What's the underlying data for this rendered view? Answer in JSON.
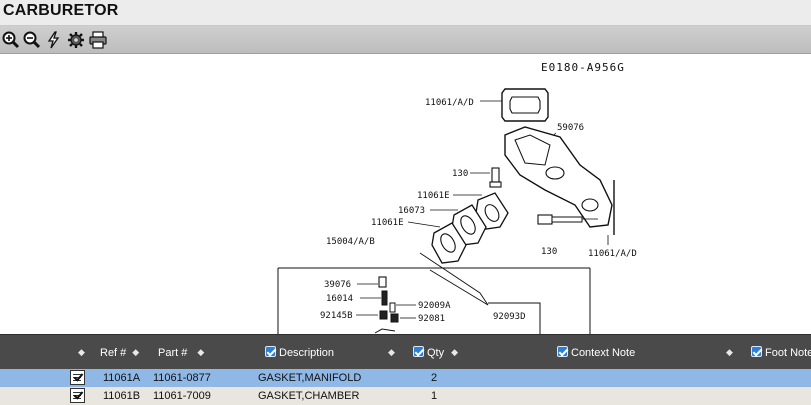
{
  "window": {
    "title": "CARBURETOR"
  },
  "toolbar": {
    "buttons": [
      {
        "name": "zoom-in-icon"
      },
      {
        "name": "zoom-out-icon"
      },
      {
        "name": "lightning-icon"
      },
      {
        "name": "gear-icon"
      },
      {
        "name": "print-icon"
      }
    ]
  },
  "diagram": {
    "code": "E0180-A956G",
    "labels": {
      "l1": "11061/A/D",
      "l2": "59076",
      "l3": "130",
      "l4": "11061E",
      "l5": "16073",
      "l6": "11061E",
      "l7": "15004/A/B",
      "l8": "130",
      "l9": "11061/A/D",
      "l10": "39076",
      "l11": "16014",
      "l12": "92009A",
      "l13": "92145B",
      "l14": "92081",
      "l15": "92093D"
    }
  },
  "grid": {
    "columns": {
      "ref": "Ref #",
      "part": "Part #",
      "description": "Description",
      "qty": "Qty",
      "context": "Context Note",
      "foot": "Foot Note"
    },
    "rows": [
      {
        "ref": "11061A",
        "part": "11061-0877",
        "description": "GASKET,MANIFOLD",
        "qty": "2"
      },
      {
        "ref": "11061B",
        "part": "11061-7009",
        "description": "GASKET,CHAMBER",
        "qty": "1"
      }
    ]
  }
}
